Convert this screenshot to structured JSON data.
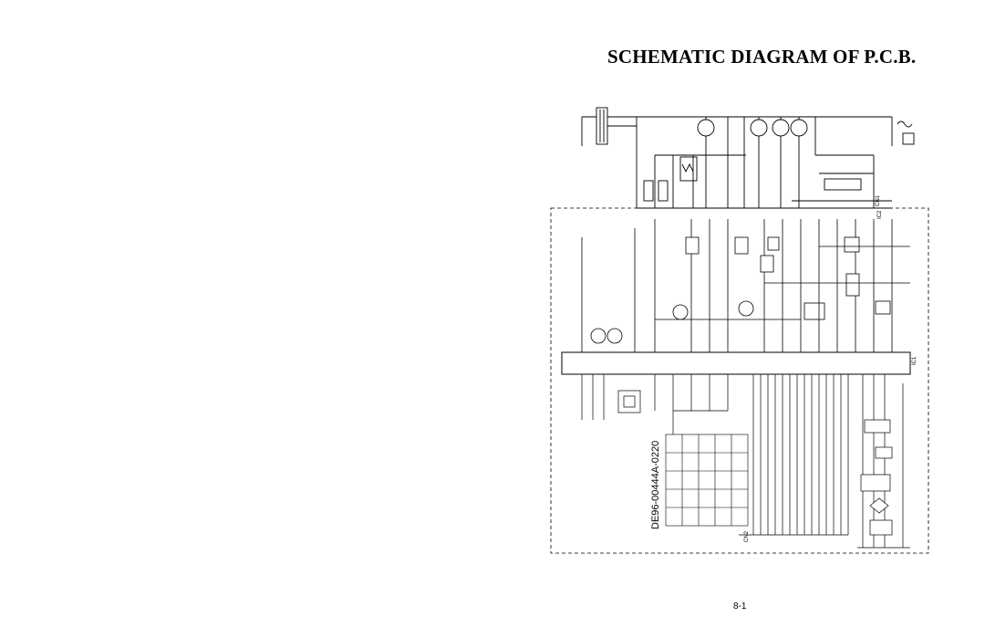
{
  "page": {
    "title": "SCHEMATIC DIAGRAM OF P.C.B.",
    "page_number": "8-1"
  },
  "schematic": {
    "board_code": "DE96-00444A-0220",
    "labels": {
      "cn1": "CN1",
      "cn2": "CN2",
      "ic1": "IC1",
      "ic2": "IC2"
    }
  }
}
